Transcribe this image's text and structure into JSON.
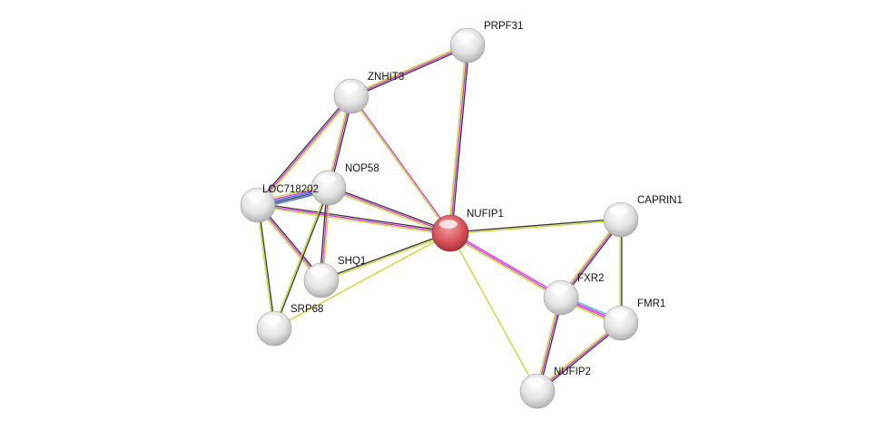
{
  "colors": {
    "coexpression": "#333333",
    "experiments": "#d62fd6",
    "textmining": "#c4d82c",
    "database": "#2d5bf0",
    "homology": "#33c7c7",
    "query_node": "#d9575e",
    "node": "#e6e6e6"
  },
  "nodes": [
    {
      "id": "PRPF31",
      "label": "PRPF31"
    },
    {
      "id": "ZNHIT3",
      "label": "ZNHIT3"
    },
    {
      "id": "NOP58",
      "label": "NOP58"
    },
    {
      "id": "LOC718202",
      "label": "LOC718202"
    },
    {
      "id": "NUFIP1",
      "label": "NUFIP1",
      "query": true
    },
    {
      "id": "CAPRIN1",
      "label": "CAPRIN1"
    },
    {
      "id": "SHQ1",
      "label": "SHQ1"
    },
    {
      "id": "SRP68",
      "label": "SRP68"
    },
    {
      "id": "FXR2",
      "label": "FXR2"
    },
    {
      "id": "FMR1",
      "label": "FMR1"
    },
    {
      "id": "NUFIP2",
      "label": "NUFIP2"
    }
  ],
  "edges": [
    {
      "a": "PRPF31",
      "b": "ZNHIT3",
      "evidence": [
        "coexpression",
        "experiments",
        "textmining"
      ]
    },
    {
      "a": "PRPF31",
      "b": "NUFIP1",
      "evidence": [
        "coexpression",
        "experiments",
        "textmining"
      ]
    },
    {
      "a": "ZNHIT3",
      "b": "NUFIP1",
      "evidence": [
        "experiments",
        "textmining"
      ]
    },
    {
      "a": "ZNHIT3",
      "b": "LOC718202",
      "evidence": [
        "textmining",
        "experiments",
        "coexpression"
      ]
    },
    {
      "a": "ZNHIT3",
      "b": "NOP58",
      "evidence": [
        "coexpression",
        "experiments",
        "textmining"
      ]
    },
    {
      "a": "NOP58",
      "b": "NUFIP1",
      "evidence": [
        "coexpression",
        "experiments",
        "textmining"
      ]
    },
    {
      "a": "LOC718202",
      "b": "NOP58",
      "evidence": [
        "textmining",
        "experiments",
        "database",
        "coexpression",
        "database"
      ]
    },
    {
      "a": "LOC718202",
      "b": "NUFIP1",
      "evidence": [
        "coexpression",
        "experiments",
        "textmining"
      ]
    },
    {
      "a": "LOC718202",
      "b": "SHQ1",
      "evidence": [
        "coexpression",
        "experiments",
        "textmining"
      ]
    },
    {
      "a": "LOC718202",
      "b": "SRP68",
      "evidence": [
        "coexpression",
        "textmining"
      ]
    },
    {
      "a": "NOP58",
      "b": "SHQ1",
      "evidence": [
        "textmining",
        "experiments",
        "coexpression"
      ]
    },
    {
      "a": "NOP58",
      "b": "SRP68",
      "evidence": [
        "coexpression",
        "textmining"
      ]
    },
    {
      "a": "SHQ1",
      "b": "NUFIP1",
      "evidence": [
        "coexpression",
        "textmining"
      ]
    },
    {
      "a": "SRP68",
      "b": "NUFIP1",
      "evidence": [
        "textmining"
      ]
    },
    {
      "a": "NUFIP1",
      "b": "CAPRIN1",
      "evidence": [
        "coexpression",
        "textmining"
      ]
    },
    {
      "a": "NUFIP1",
      "b": "FXR2",
      "evidence": [
        "experiments",
        "experiments",
        "textmining"
      ]
    },
    {
      "a": "NUFIP1",
      "b": "NUFIP2",
      "evidence": [
        "textmining"
      ]
    },
    {
      "a": "CAPRIN1",
      "b": "FXR2",
      "evidence": [
        "coexpression",
        "experiments",
        "textmining"
      ]
    },
    {
      "a": "CAPRIN1",
      "b": "FMR1",
      "evidence": [
        "coexpression",
        "textmining"
      ]
    },
    {
      "a": "FXR2",
      "b": "FMR1",
      "evidence": [
        "homology",
        "experiments",
        "experiments",
        "textmining"
      ]
    },
    {
      "a": "FXR2",
      "b": "NUFIP2",
      "evidence": [
        "coexpression",
        "experiments",
        "textmining"
      ]
    },
    {
      "a": "FMR1",
      "b": "NUFIP2",
      "evidence": [
        "coexpression",
        "experiments",
        "textmining"
      ]
    }
  ]
}
